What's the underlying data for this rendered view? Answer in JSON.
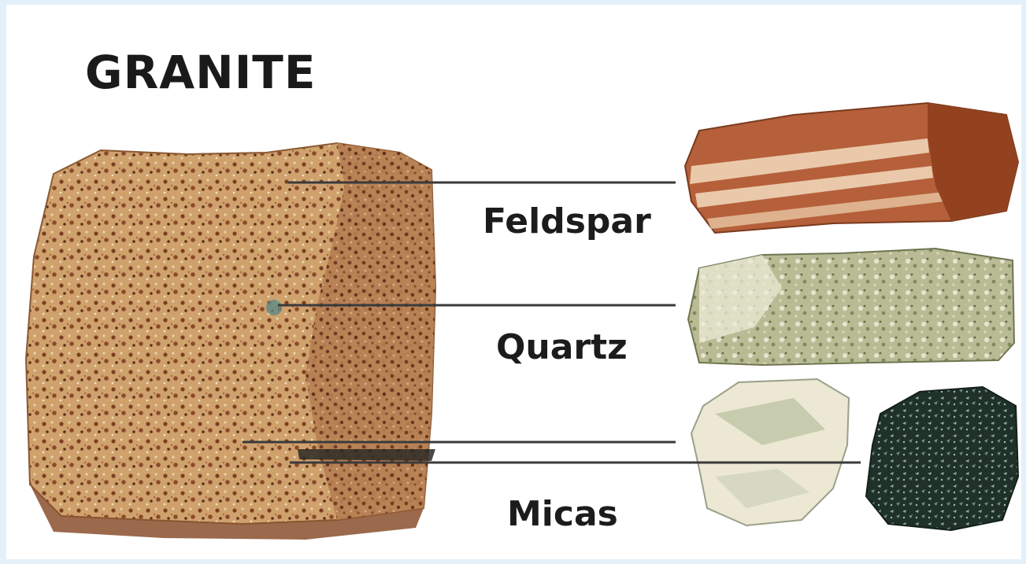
{
  "diagram": {
    "title": "GRANITE",
    "minerals": [
      {
        "name": "Feldspar",
        "sample_color": "#b5603a"
      },
      {
        "name": "Quartz",
        "sample_color": "#a8ad86"
      },
      {
        "name": "Micas",
        "sample_color": "#20342c"
      }
    ],
    "colors": {
      "granite_base": "#c99a68",
      "granite_speckle": "#7a3f22",
      "leader_line": "#3a3a3a"
    }
  }
}
